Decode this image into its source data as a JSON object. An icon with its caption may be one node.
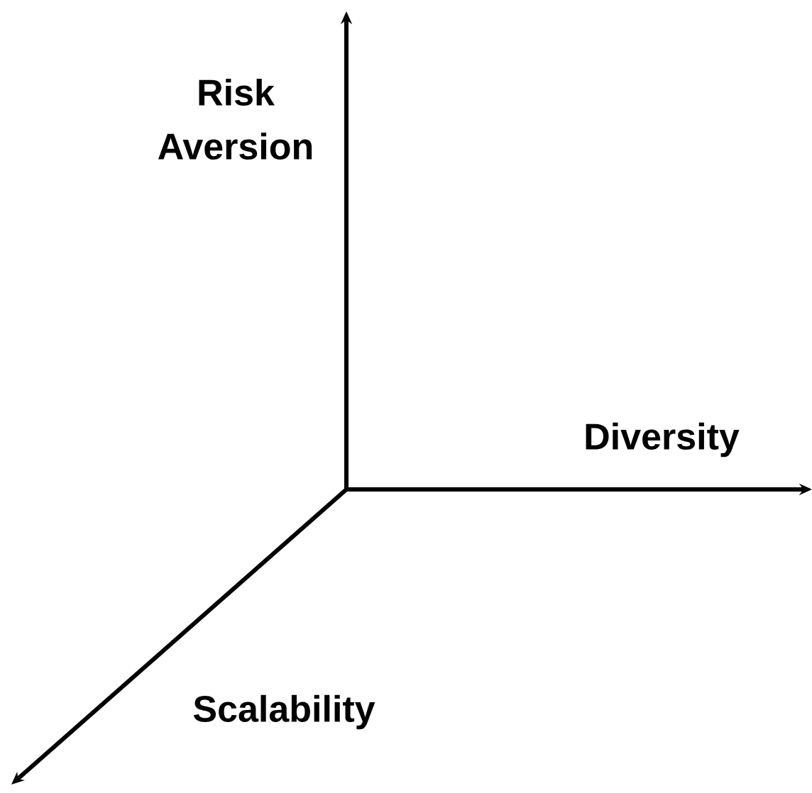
{
  "diagram": {
    "labels": [
      "Risk Aversion",
      "Diversity",
      "Scalability"
    ]
  }
}
